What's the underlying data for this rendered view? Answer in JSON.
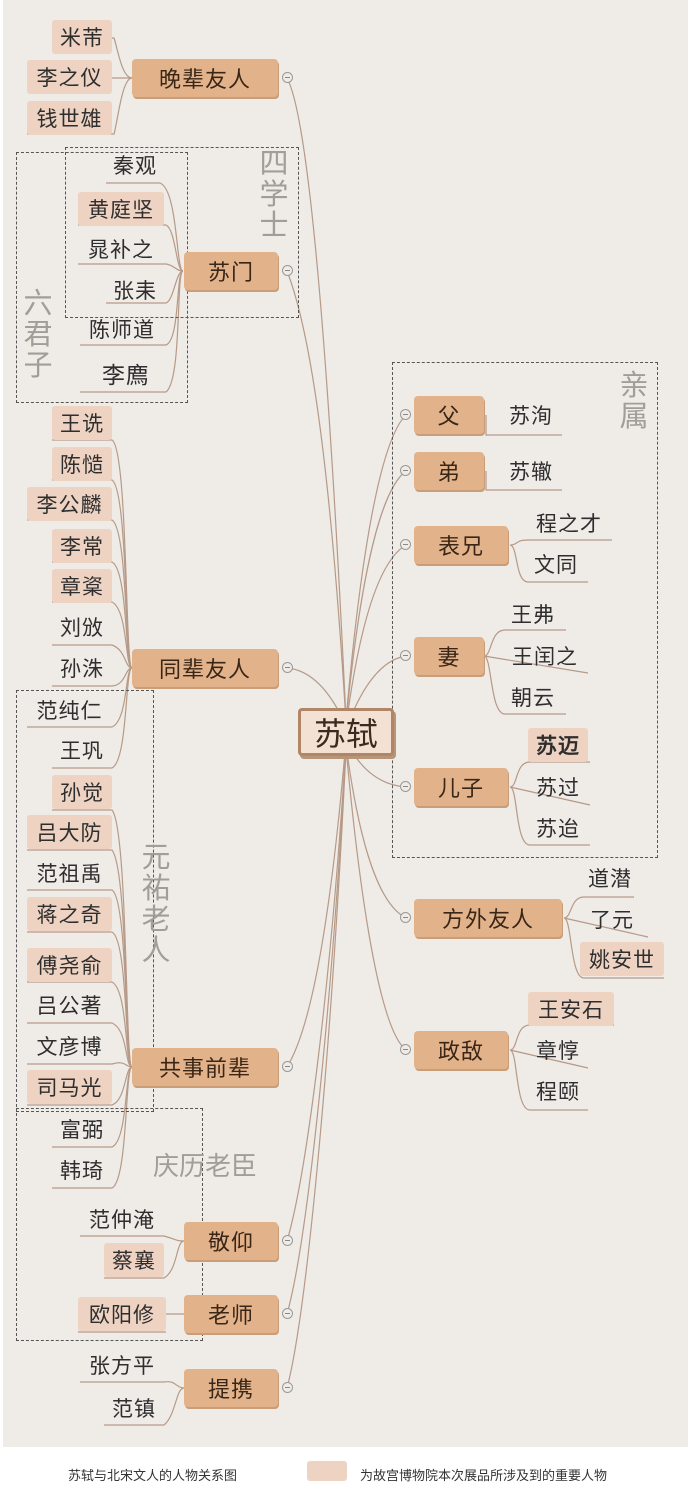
{
  "root": "苏轼",
  "legend": {
    "caption": "苏轼与北宋文人的人物关系图",
    "highlight_note": "为故宫博物院本次展品所涉及到的重要人物",
    "highlight_color": "#eed3c3"
  },
  "groups": {
    "si_xue_shi": "四学士",
    "liu_jun_zi": "六君子",
    "qin_shu": "亲属",
    "yuan_you": "元祐老人",
    "qing_li": "庆历老臣"
  },
  "categories": {
    "wan_bei": "晚辈友人",
    "su_men": "苏门",
    "tong_bei": "同辈友人",
    "gong_shi": "共事前辈",
    "jing_yang": "敬仰",
    "lao_shi": "老师",
    "ti_xie": "提携",
    "fu": "父",
    "di": "弟",
    "biao_xiong": "表兄",
    "qi": "妻",
    "er_zi": "儿子",
    "fang_wai": "方外友人",
    "zheng_di": "政敌"
  },
  "people": {
    "mi_fu": "米芾",
    "li_zhiyi": "李之仪",
    "qian_shixiong": "钱世雄",
    "qin_guan": "秦观",
    "huang_tingjian": "黄庭坚",
    "chao_buzhi": "晁补之",
    "zhang_lei": "张耒",
    "chen_shidao": "陈师道",
    "li_zhi": "李廌",
    "wang_shen": "王诜",
    "chen_zao": "陈慥",
    "li_gonglin": "李公麟",
    "li_chang": "李常",
    "zhang_jie": "章楶",
    "liu_ban": "刘攽",
    "sun_zhu": "孙洙",
    "fan_chunren": "范纯仁",
    "wang_gong": "王巩",
    "sun_jue": "孙觉",
    "lv_dafang": "吕大防",
    "fan_zuyu": "范祖禹",
    "jiang_zhiqi": "蒋之奇",
    "fu_yaoyu": "傅尧俞",
    "lv_gongzhu": "吕公著",
    "wen_yanbo": "文彦博",
    "sima_guang": "司马光",
    "fu_bi": "富弼",
    "han_qi": "韩琦",
    "fan_zhongyan": "范仲淹",
    "cai_xiang": "蔡襄",
    "ouyang_xiu": "欧阳修",
    "zhang_fangping": "张方平",
    "fan_zhen": "范镇",
    "su_xun": "苏洵",
    "su_zhe": "苏辙",
    "cheng_zhicai": "程之才",
    "wen_tong": "文同",
    "wang_fu": "王弗",
    "wang_runzhi": "王闰之",
    "zhao_yun": "朝云",
    "su_mai": "苏迈",
    "su_guo": "苏过",
    "su_dai": "苏迨",
    "dao_qian": "道潜",
    "liao_yuan": "了元",
    "yao_anshi": "姚安世",
    "wang_anshi": "王安石",
    "zhang_dun": "章惇",
    "cheng_yi": "程颐"
  }
}
